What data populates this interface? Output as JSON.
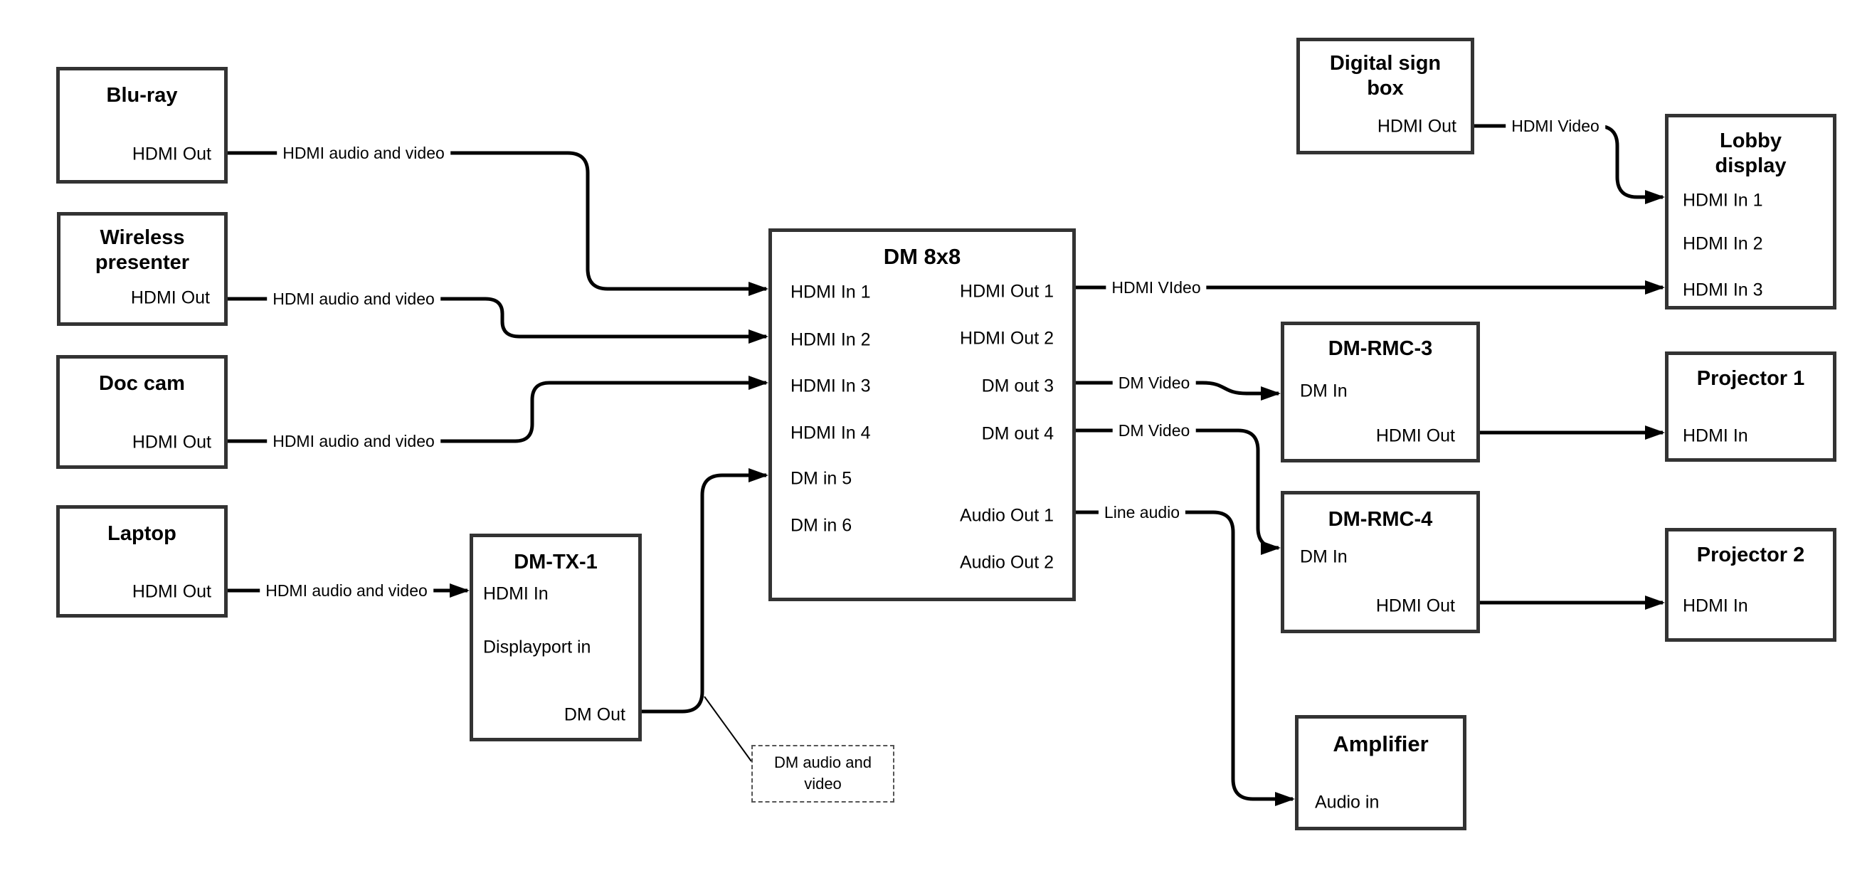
{
  "boxes": {
    "bluray": {
      "title": "Blu-ray",
      "port": "HDMI Out"
    },
    "wireless": {
      "title": "Wireless presenter",
      "port": "HDMI Out"
    },
    "doccam": {
      "title": "Doc cam",
      "port": "HDMI Out"
    },
    "laptop": {
      "title": "Laptop",
      "port": "HDMI Out"
    },
    "dmtx1": {
      "title": "DM-TX-1",
      "ports": {
        "hdmi_in": "HDMI In",
        "displayport_in": "Displayport in",
        "dm_out": "DM Out"
      }
    },
    "dm8x8": {
      "title": "DM 8x8",
      "inputs": [
        "HDMI In 1",
        "HDMI In 2",
        "HDMI In 3",
        "HDMI In 4",
        "DM in 5",
        "DM in 6"
      ],
      "outputs": [
        "HDMI Out 1",
        "HDMI Out 2",
        "DM out 3",
        "DM out 4",
        "Audio Out 1",
        "Audio Out 2"
      ]
    },
    "digital_sign": {
      "title": "Digital sign box",
      "port": "HDMI Out"
    },
    "lobby": {
      "title": "Lobby display",
      "inputs": [
        "HDMI In 1",
        "HDMI In 2",
        "HDMI In 3"
      ]
    },
    "dmrmc3": {
      "title": "DM-RMC-3",
      "ports": {
        "dm_in": "DM In",
        "hdmi_out": "HDMI Out"
      }
    },
    "projector1": {
      "title": "Projector 1",
      "port": "HDMI In"
    },
    "dmrmc4": {
      "title": "DM-RMC-4",
      "ports": {
        "dm_in": "DM In",
        "hdmi_out": "HDMI Out"
      }
    },
    "projector2": {
      "title": "Projector 2",
      "port": "HDMI In"
    },
    "amplifier": {
      "title": "Amplifier",
      "port": "Audio in"
    }
  },
  "wire_labels": {
    "bluray": "HDMI audio and video",
    "wireless": "HDMI audio and video",
    "doccam": "HDMI audio and video",
    "laptop": "HDMI audio and video",
    "hdmi_out1": "HDMI VIdeo",
    "dm_out3": "DM Video",
    "dm_out4": "DM Video",
    "audio_out1": "Line audio",
    "digital_sign": "HDMI Video",
    "note": "DM audio and video"
  },
  "colors": {
    "wire": "#000000",
    "box_border": "#333333",
    "background": "#ffffff",
    "text": "#000000"
  }
}
